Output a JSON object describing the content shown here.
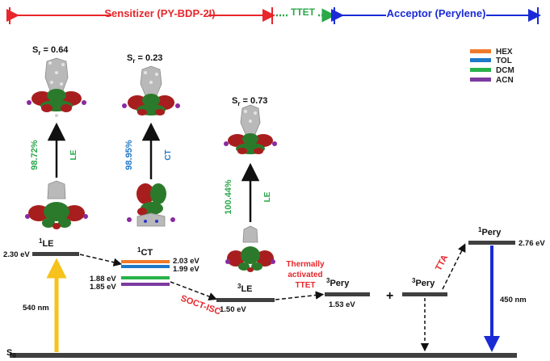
{
  "header": {
    "sensitizer": "Sensitizer (PY-BDP-2I)",
    "ttet": "TTET",
    "acceptor": "Acceptor (Perylene)"
  },
  "legend": [
    "HEX",
    "TOL",
    "DCM",
    "ACN"
  ],
  "colors": {
    "red": "#e8262b",
    "green": "#2aa84a",
    "blue": "#1a2bd6",
    "hex": "#f07a2a",
    "tol": "#1f78c8",
    "dcm": "#27b34a",
    "acn": "#7b3aa0",
    "level": "#404040",
    "yellow": "#f6c21b"
  },
  "sr": {
    "le": "0.64",
    "ct": "0.23",
    "tle": "0.73"
  },
  "transitions": {
    "le_pct": "98.72%",
    "le_type": "LE",
    "ct_pct": "98.95%",
    "ct_type": "CT",
    "tle_pct": "100.44%",
    "tle_type": "LE"
  },
  "levels": {
    "s0": "S",
    "s0_sub": "0",
    "le": "LE",
    "le_energy": "2.30 eV",
    "ct": "CT",
    "ct_hex": "2.03 eV",
    "ct_tol": "1.99 eV",
    "ct_dcm": "1.88 eV",
    "ct_acn": "1.85 eV",
    "tle": "LE",
    "tle_energy": "1.50 eV",
    "tpery1": "Pery",
    "tpery1_energy": "1.53 eV",
    "plus": "+",
    "tpery2": "Pery",
    "spery": "Pery",
    "spery_energy": "2.76 eV"
  },
  "labels": {
    "excitation": "540 nm",
    "emission": "450 nm",
    "soct": "SOCT-ISC",
    "thermally": "Thermally",
    "activated": "activated",
    "ttet": "TTET",
    "tta": "TTA",
    "sr_prefix": "S",
    "sr_sub": "r",
    "sr_eq": " = ",
    "sup1": "1",
    "sup3": "3"
  }
}
